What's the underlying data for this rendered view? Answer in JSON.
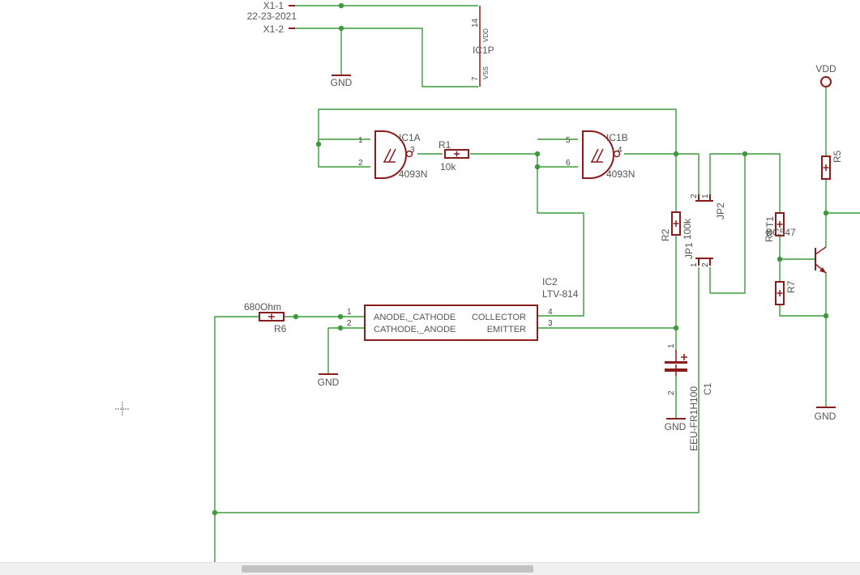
{
  "colors": {
    "wire": "#3c9a3c",
    "symbol": "#8b1c1c",
    "text": "#555555",
    "canvas": "#ffffff"
  },
  "title_text": {
    "connector_top": "X1-1",
    "date": "22-23-2021",
    "connector_bottom": "X1-2"
  },
  "ic1p": {
    "name": "IC1P",
    "pin_vdd": "14",
    "pin_vss": "7",
    "vdd": "VDD",
    "vss": "VSS"
  },
  "gnd_label": "GND",
  "vdd_label": "VDD",
  "ic1a": {
    "name": "IC1A",
    "value": "4093N",
    "pin_in1": "1",
    "pin_in2": "2",
    "pin_out": "3"
  },
  "ic1b": {
    "name": "IC1B",
    "value": "4093N",
    "pin_in1": "5",
    "pin_in2": "6",
    "pin_out": "4"
  },
  "r1": {
    "name": "R1",
    "value": "10k"
  },
  "r2": {
    "name": "R2",
    "value": "100k"
  },
  "r5": {
    "name": "R5"
  },
  "r6": {
    "name": "R6",
    "value": "680Ohm"
  },
  "r7": {
    "name": "R7"
  },
  "r8": {
    "name": "R8"
  },
  "t1": {
    "name": "T1",
    "value": "BC547"
  },
  "jp1": {
    "name": "JP1",
    "pin1": "1",
    "pin2": "2"
  },
  "jp2": {
    "name": "JP2",
    "pin1": "1",
    "pin2": "2"
  },
  "ic2": {
    "name": "IC2",
    "value": "LTV-814",
    "pin1": "1",
    "pin2": "2",
    "pin3": "3",
    "pin4": "4",
    "left_line1": "ANODE,_CATHODE",
    "left_line2": "CATHODE,_ANODE",
    "right_line1": "COLLECTOR",
    "right_line2": "EMITTER"
  },
  "c1": {
    "name": "C1",
    "value": "EEU-FR1H100",
    "pin1": "1",
    "pin2": "2"
  }
}
